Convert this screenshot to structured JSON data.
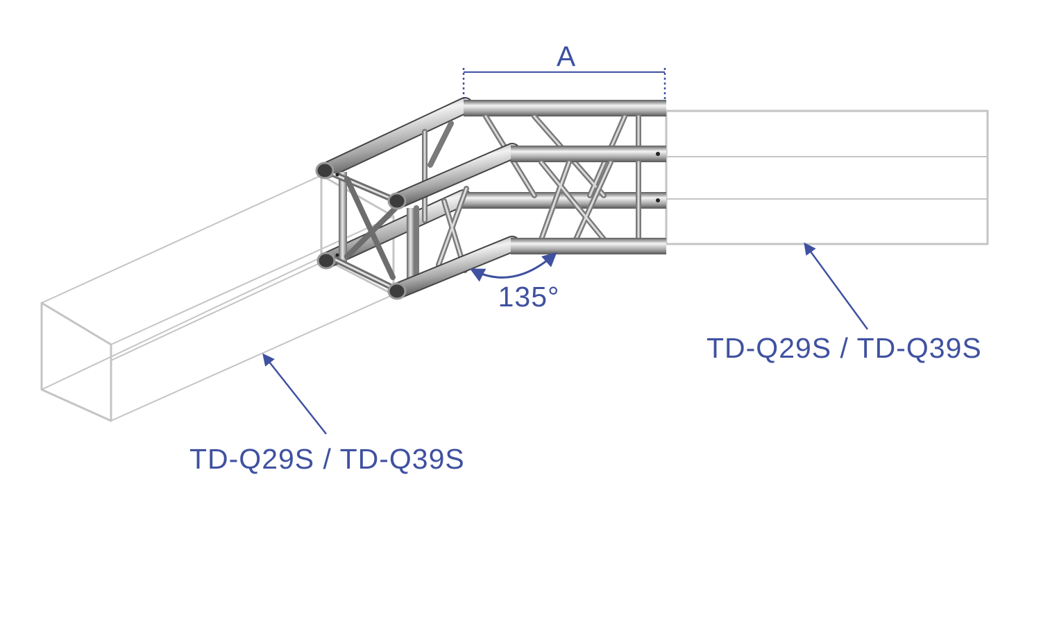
{
  "labels": {
    "dimension": "A",
    "angle": "135°",
    "connected_truss_right": "TD-Q29S / TD-Q39S",
    "connected_truss_left": "TD-Q29S / TD-Q39S"
  },
  "colors": {
    "annotation": "#3f51a0",
    "ghost_truss": "#c4c4c4",
    "tube_light": "#f2f2f2",
    "tube_mid": "#b9b9b9",
    "tube_dark": "#5c5c5c",
    "background": "#ffffff"
  }
}
